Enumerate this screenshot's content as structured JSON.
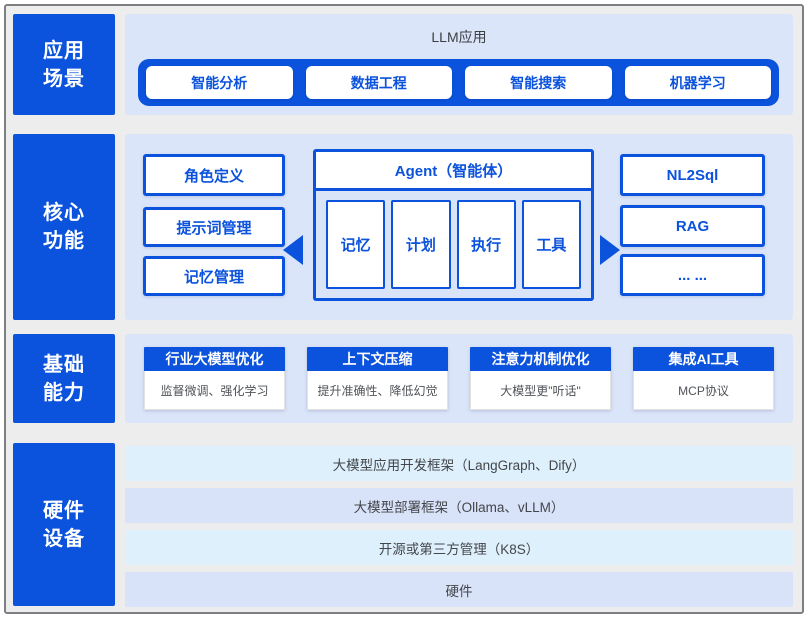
{
  "palette": {
    "primary_blue": "#0b52dc",
    "panel_blue": "#dbe5f9",
    "row_cyan": "#def0fc",
    "row_lavender": "#d8e2f8",
    "white": "#ffffff",
    "text_gray": "#4f5358"
  },
  "sidebar": {
    "items": [
      {
        "label": "应用\n场景"
      },
      {
        "label": "核心\n功能"
      },
      {
        "label": "基础\n能力"
      },
      {
        "label": "硬件\n设备"
      }
    ]
  },
  "app_layer": {
    "title": "LLM应用",
    "buttons": [
      {
        "label": "智能分析"
      },
      {
        "label": "数据工程"
      },
      {
        "label": "智能搜索"
      },
      {
        "label": "机器学习"
      }
    ]
  },
  "core_layer": {
    "left_boxes": [
      {
        "label": "角色定义"
      },
      {
        "label": "提示词管理"
      },
      {
        "label": "记忆管理"
      }
    ],
    "agent": {
      "title": "Agent（智能体）",
      "modules": [
        {
          "label": "记忆"
        },
        {
          "label": "计划"
        },
        {
          "label": "执行"
        },
        {
          "label": "工具"
        }
      ]
    },
    "right_boxes": [
      {
        "label": "NL2Sql"
      },
      {
        "label": "RAG"
      },
      {
        "label": "... ..."
      }
    ]
  },
  "capability_layer": {
    "cards": [
      {
        "title": "行业大模型优化",
        "desc": "监督微调、强化学习"
      },
      {
        "title": "上下文压缩",
        "desc": "提升准确性、降低幻觉"
      },
      {
        "title": "注意力机制优化",
        "desc": "大模型更\"听话\""
      },
      {
        "title": "集成AI工具",
        "desc": "MCP协议"
      }
    ]
  },
  "infra_layer": {
    "rows": [
      {
        "label": "大模型应用开发框架（LangGraph、Dify）"
      },
      {
        "label": "大模型部署框架（Ollama、vLLM）"
      },
      {
        "label": "开源或第三方管理（K8S）"
      },
      {
        "label": "硬件"
      }
    ]
  }
}
